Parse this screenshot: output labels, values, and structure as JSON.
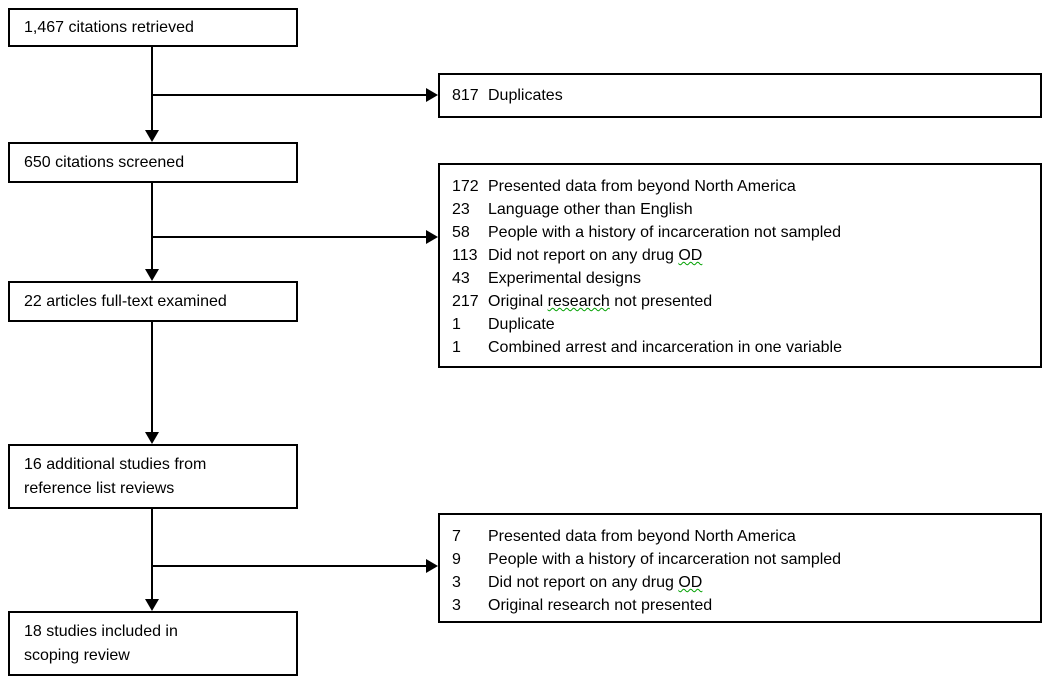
{
  "diagram": {
    "type": "study-selection-flow-diagram",
    "flow_boxes": [
      {
        "lines": [
          "1,467 citations retrieved"
        ]
      },
      {
        "lines": [
          "650 citations screened"
        ]
      },
      {
        "lines": [
          "22 articles full-text examined"
        ]
      },
      {
        "lines": [
          "16 additional studies from",
          "reference list reviews"
        ]
      },
      {
        "lines": [
          "18 studies included in",
          "scoping review"
        ]
      }
    ],
    "exclusion_boxes": {
      "duplicates": {
        "items": [
          {
            "count": "817",
            "reason": "Duplicates"
          }
        ]
      },
      "screening_exclusions": {
        "items": [
          {
            "count": "172",
            "reason": "Presented data from beyond North America"
          },
          {
            "count": "23",
            "reason": "Language other than English"
          },
          {
            "count": "58",
            "reason": "People with a history of incarceration not sampled"
          },
          {
            "count": "113",
            "reason": "Did not report on any drug OD",
            "spellcheck_word": "OD"
          },
          {
            "count": "43",
            "reason": "Experimental designs"
          },
          {
            "count": "217",
            "reason": "Original research not presented",
            "spellcheck_word": "research"
          },
          {
            "count": "1",
            "reason": "Duplicate"
          },
          {
            "count": "1",
            "reason": "Combined arrest and incarceration in one variable"
          }
        ]
      },
      "fulltext_exclusions": {
        "items": [
          {
            "count": "7",
            "reason": "Presented data from beyond North America"
          },
          {
            "count": "9",
            "reason": "People with a history of incarceration not sampled"
          },
          {
            "count": "3",
            "reason": "Did not report on any drug OD",
            "spellcheck_word": "OD"
          },
          {
            "count": "3",
            "reason": "Original research not presented"
          }
        ]
      }
    },
    "colors": {
      "box_border": "#000000",
      "line": "#000000",
      "text": "#000000",
      "background": "#ffffff",
      "spellcheck_underline": "#00a000"
    }
  }
}
